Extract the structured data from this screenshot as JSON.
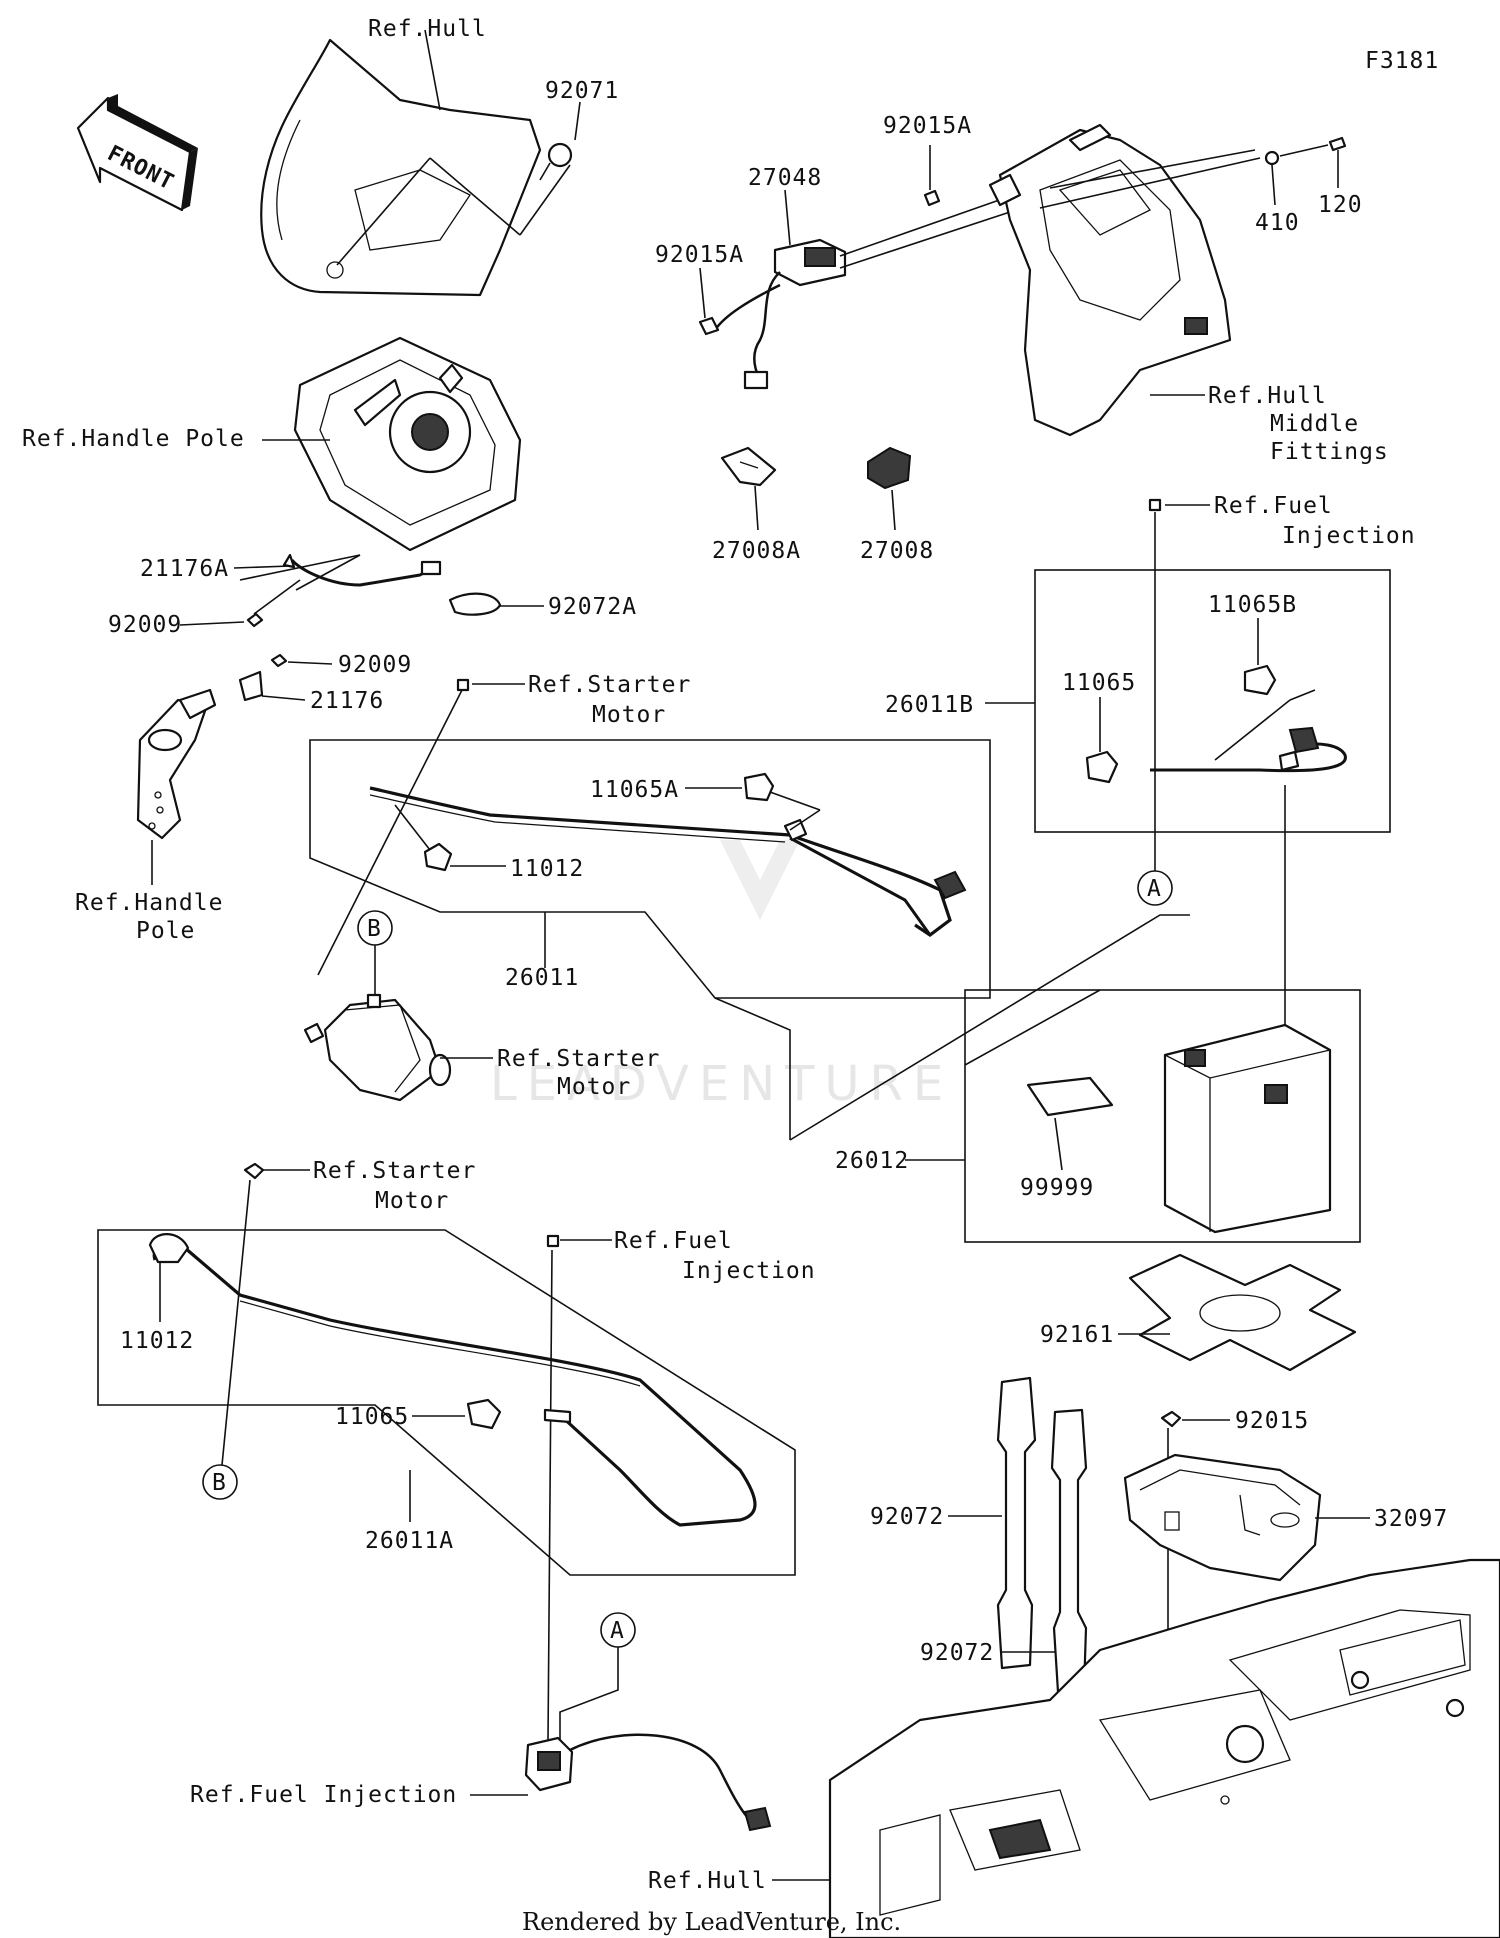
{
  "figure_id": "F3181",
  "front_label": "FRONT",
  "watermark": "LEADVENTURE",
  "footer": "Rendered by LeadVenture, Inc.",
  "callouts": {
    "ref_hull_top": "Ref.Hull",
    "p92071": "92071",
    "ref_handle_pole_1": "Ref.Handle Pole",
    "p21176A": "21176A",
    "p92009_a": "92009",
    "p92072A": "92072A",
    "p92009_b": "92009",
    "p21176": "21176",
    "ref_handle_pole_2a": "Ref.Handle",
    "ref_handle_pole_2b": "Pole",
    "p92015A_top": "92015A",
    "p27048": "27048",
    "p92015A_left": "92015A",
    "p410": "410",
    "p120": "120",
    "ref_hull_mid_1": "Ref.Hull",
    "ref_hull_mid_2": "Middle",
    "ref_hull_mid_3": "Fittings",
    "p27008A": "27008A",
    "p27008": "27008",
    "ref_fuel_inj_1a": "Ref.Fuel",
    "ref_fuel_inj_1b": "Injection",
    "p11065B": "11065B",
    "p11065_top": "11065",
    "p26011B": "26011B",
    "ref_starter_1a": "Ref.Starter",
    "ref_starter_1b": "Motor",
    "p11065A": "11065A",
    "p11012_top": "11012",
    "p26011": "26011",
    "circle_B_top": "B",
    "circle_A_top": "A",
    "ref_starter_2a": "Ref.Starter",
    "ref_starter_2b": "Motor",
    "p26012": "26012",
    "p99999": "99999",
    "ref_starter_3a": "Ref.Starter",
    "ref_starter_3b": "Motor",
    "ref_fuel_inj_2a": "Ref.Fuel",
    "ref_fuel_inj_2b": "Injection",
    "p11012_bottom": "11012",
    "p11065_bottom": "11065",
    "circle_B_bottom": "B",
    "p26011A": "26011A",
    "p92161": "92161",
    "p92015": "92015",
    "p92072_top": "92072",
    "p32097": "32097",
    "p92072_bottom": "92072",
    "circle_A_bottom": "A",
    "ref_fuel_inj_3": "Ref.Fuel Injection",
    "ref_hull_bottom": "Ref.Hull"
  }
}
